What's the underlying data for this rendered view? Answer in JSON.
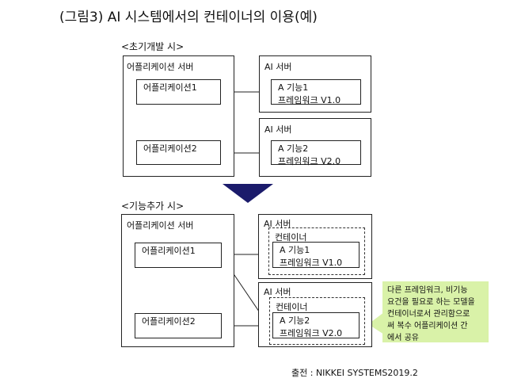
{
  "title": "(그림3)  AI 시스템에서의 컨테이너의 이용(예)",
  "initial": {
    "section_label": "<초기개발 시>",
    "app_server": {
      "label": "어플리케이션 서버",
      "apps": [
        "어플리케이션1",
        "어플리케이션2"
      ]
    },
    "ai_servers": [
      {
        "label": "AI 서버",
        "function": "A 기능1",
        "framework": "프레임워크 V1.0"
      },
      {
        "label": "AI 서버",
        "function": "A 기능2",
        "framework": "프레임워크 V2.0"
      }
    ]
  },
  "added": {
    "section_label": "<기능추가 시>",
    "app_server": {
      "label": "어플리케이션 서버",
      "apps": [
        "어플리케이션1",
        "어플리케이션2"
      ]
    },
    "ai_servers": [
      {
        "label": "AI 서버",
        "container": "컨테이너",
        "function": "A 기능1",
        "framework": "프레임워크 V1.0"
      },
      {
        "label": "AI 서버",
        "container": "컨테이너",
        "function": "A 기능2",
        "framework": "프레임워크 V2.0"
      }
    ]
  },
  "callout": [
    "다른 프레임워크, 비기능",
    "요건을 필요로 하는 모델을",
    "컨테이너로서 관리함으로",
    "써  복수 어플리케이션 간",
    "에서 공유"
  ],
  "source": "출전 : NIKKEI SYSTEMS2019.2",
  "colors": {
    "arrow": "#1b1b6b",
    "callout": "#d9f2a8"
  }
}
